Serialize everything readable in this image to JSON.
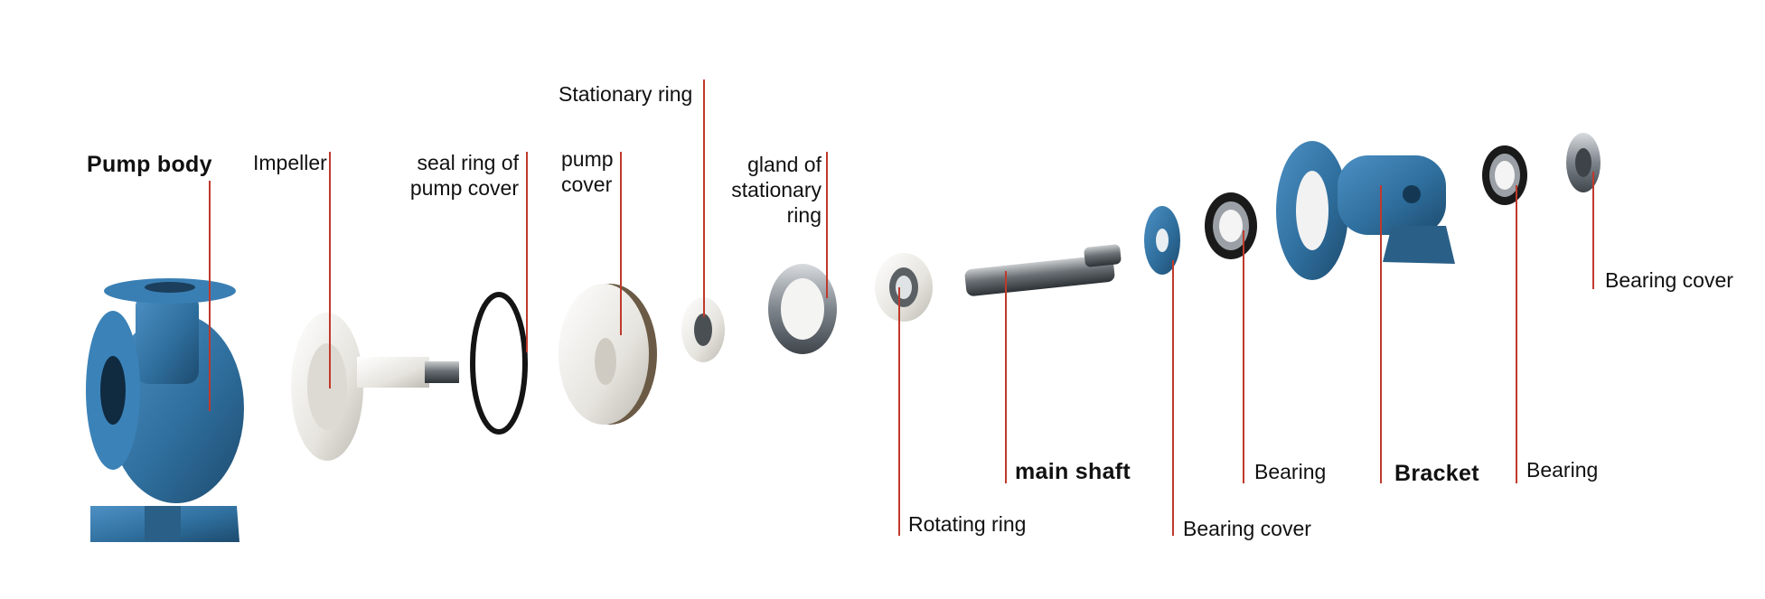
{
  "diagram": {
    "colors": {
      "leader": "#c0392b",
      "cast_iron_blue": "#2f6f9e",
      "ptfe_white": "#ecebe6",
      "steel": "#9aa0a6",
      "rubber": "#141414"
    },
    "labels": {
      "pump_body": "Pump body",
      "impeller": "Impeller",
      "seal_ring_of_pump_cover": "seal ring of\npump cover",
      "pump_cover": "pump\ncover",
      "stationary_ring": "Stationary ring",
      "gland_of_stationary_ring": "gland of\nstationary\nring",
      "rotating_ring": "Rotating ring",
      "main_shaft": "main shaft",
      "bearing_cover_front": "Bearing cover",
      "bearing_front": "Bearing",
      "bracket": "Bracket",
      "bearing_rear": "Bearing",
      "bearing_cover_rear": "Bearing cover"
    }
  }
}
